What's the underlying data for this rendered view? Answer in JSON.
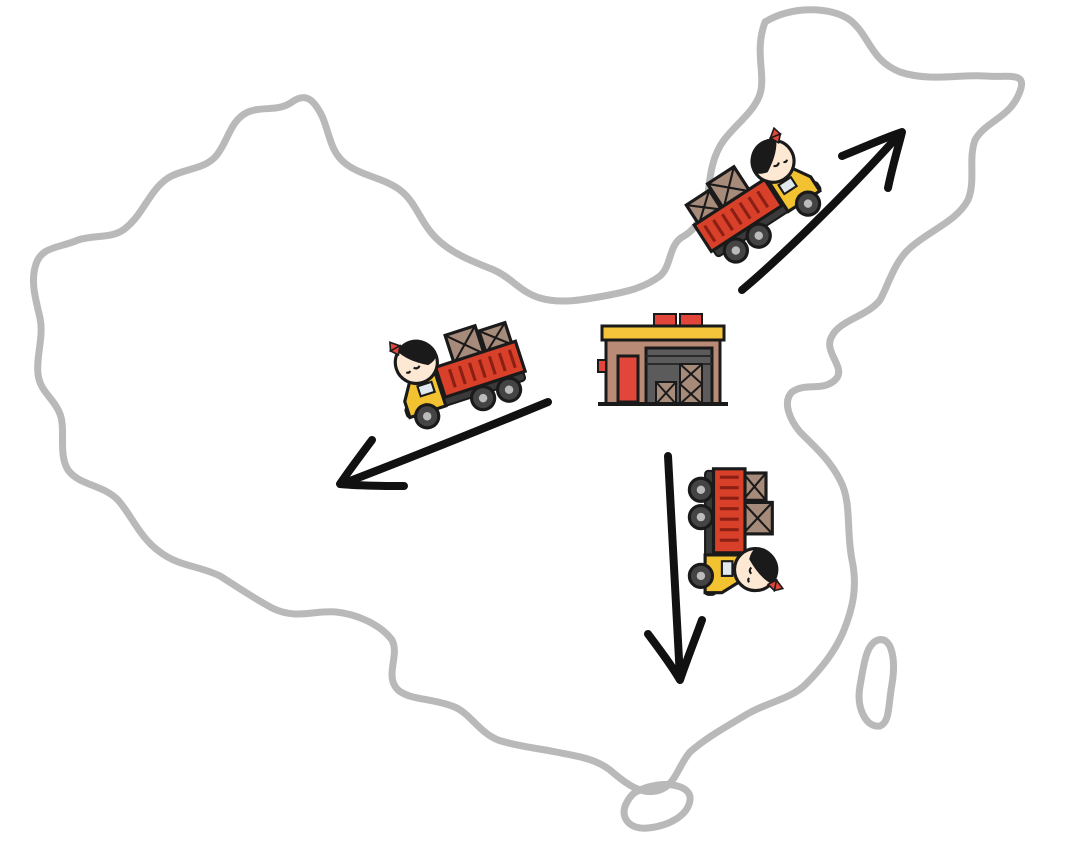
{
  "map": {
    "region": "china-outline",
    "outline_color": "#b9b9b9",
    "hub": "warehouse-icon",
    "routes": [
      {
        "name": "route-northeast",
        "direction": "northeast",
        "vehicle": "delivery-truck-icon"
      },
      {
        "name": "route-west",
        "direction": "west",
        "vehicle": "delivery-truck-icon"
      },
      {
        "name": "route-south",
        "direction": "south",
        "vehicle": "delivery-truck-icon"
      }
    ]
  },
  "colors": {
    "arrow": "#111111",
    "truck_cab": "#f2c230",
    "truck_cargo": "#d9402a",
    "crate": "#a68a7a",
    "wheel": "#444444",
    "warehouse_wall": "#b98a76",
    "warehouse_roof": "#f4c53a",
    "warehouse_door": "#e2453a",
    "driver_hair": "#1a1a1a",
    "driver_skin": "#fde9d3"
  }
}
